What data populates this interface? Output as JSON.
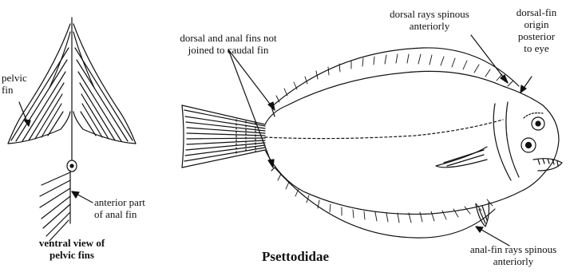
{
  "labels": {
    "pelvic_fin": [
      "pelvic",
      "fin"
    ],
    "anterior_anal": [
      "anterior part",
      "of anal fin"
    ],
    "ventral_view": [
      "ventral view of",
      "pelvic fins"
    ],
    "dorsal_anal_not_joined": [
      "dorsal and anal fins not",
      "joined to caudal fin"
    ],
    "dorsal_rays_spinous": [
      "dorsal rays spinous",
      "anteriorly"
    ],
    "dorsal_origin": [
      "dorsal-fin",
      "origin",
      "posterior",
      "to eye"
    ],
    "anal_rays_spinous": [
      "anal-fin rays spinous",
      "anteriorly"
    ]
  },
  "title": "Psettodidae"
}
